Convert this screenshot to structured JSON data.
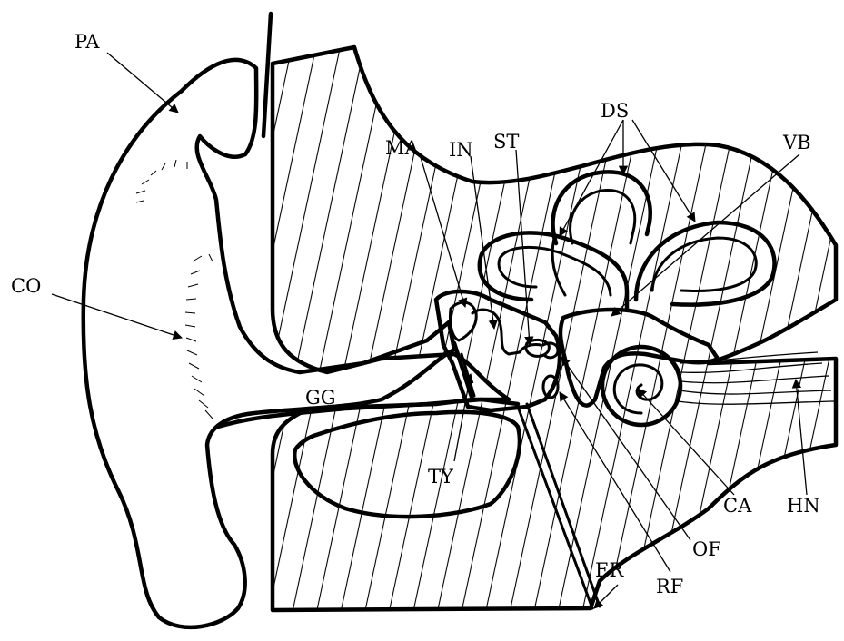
{
  "labels": {
    "pa": "PA",
    "co": "CO",
    "gg": "GG",
    "ma": "MA",
    "in": "IN",
    "st": "ST",
    "ds": "DS",
    "vb": "VB",
    "ty": "TY",
    "er": "ER",
    "rf": "RF",
    "of": "OF",
    "ca": "CA",
    "hn": "HN"
  }
}
